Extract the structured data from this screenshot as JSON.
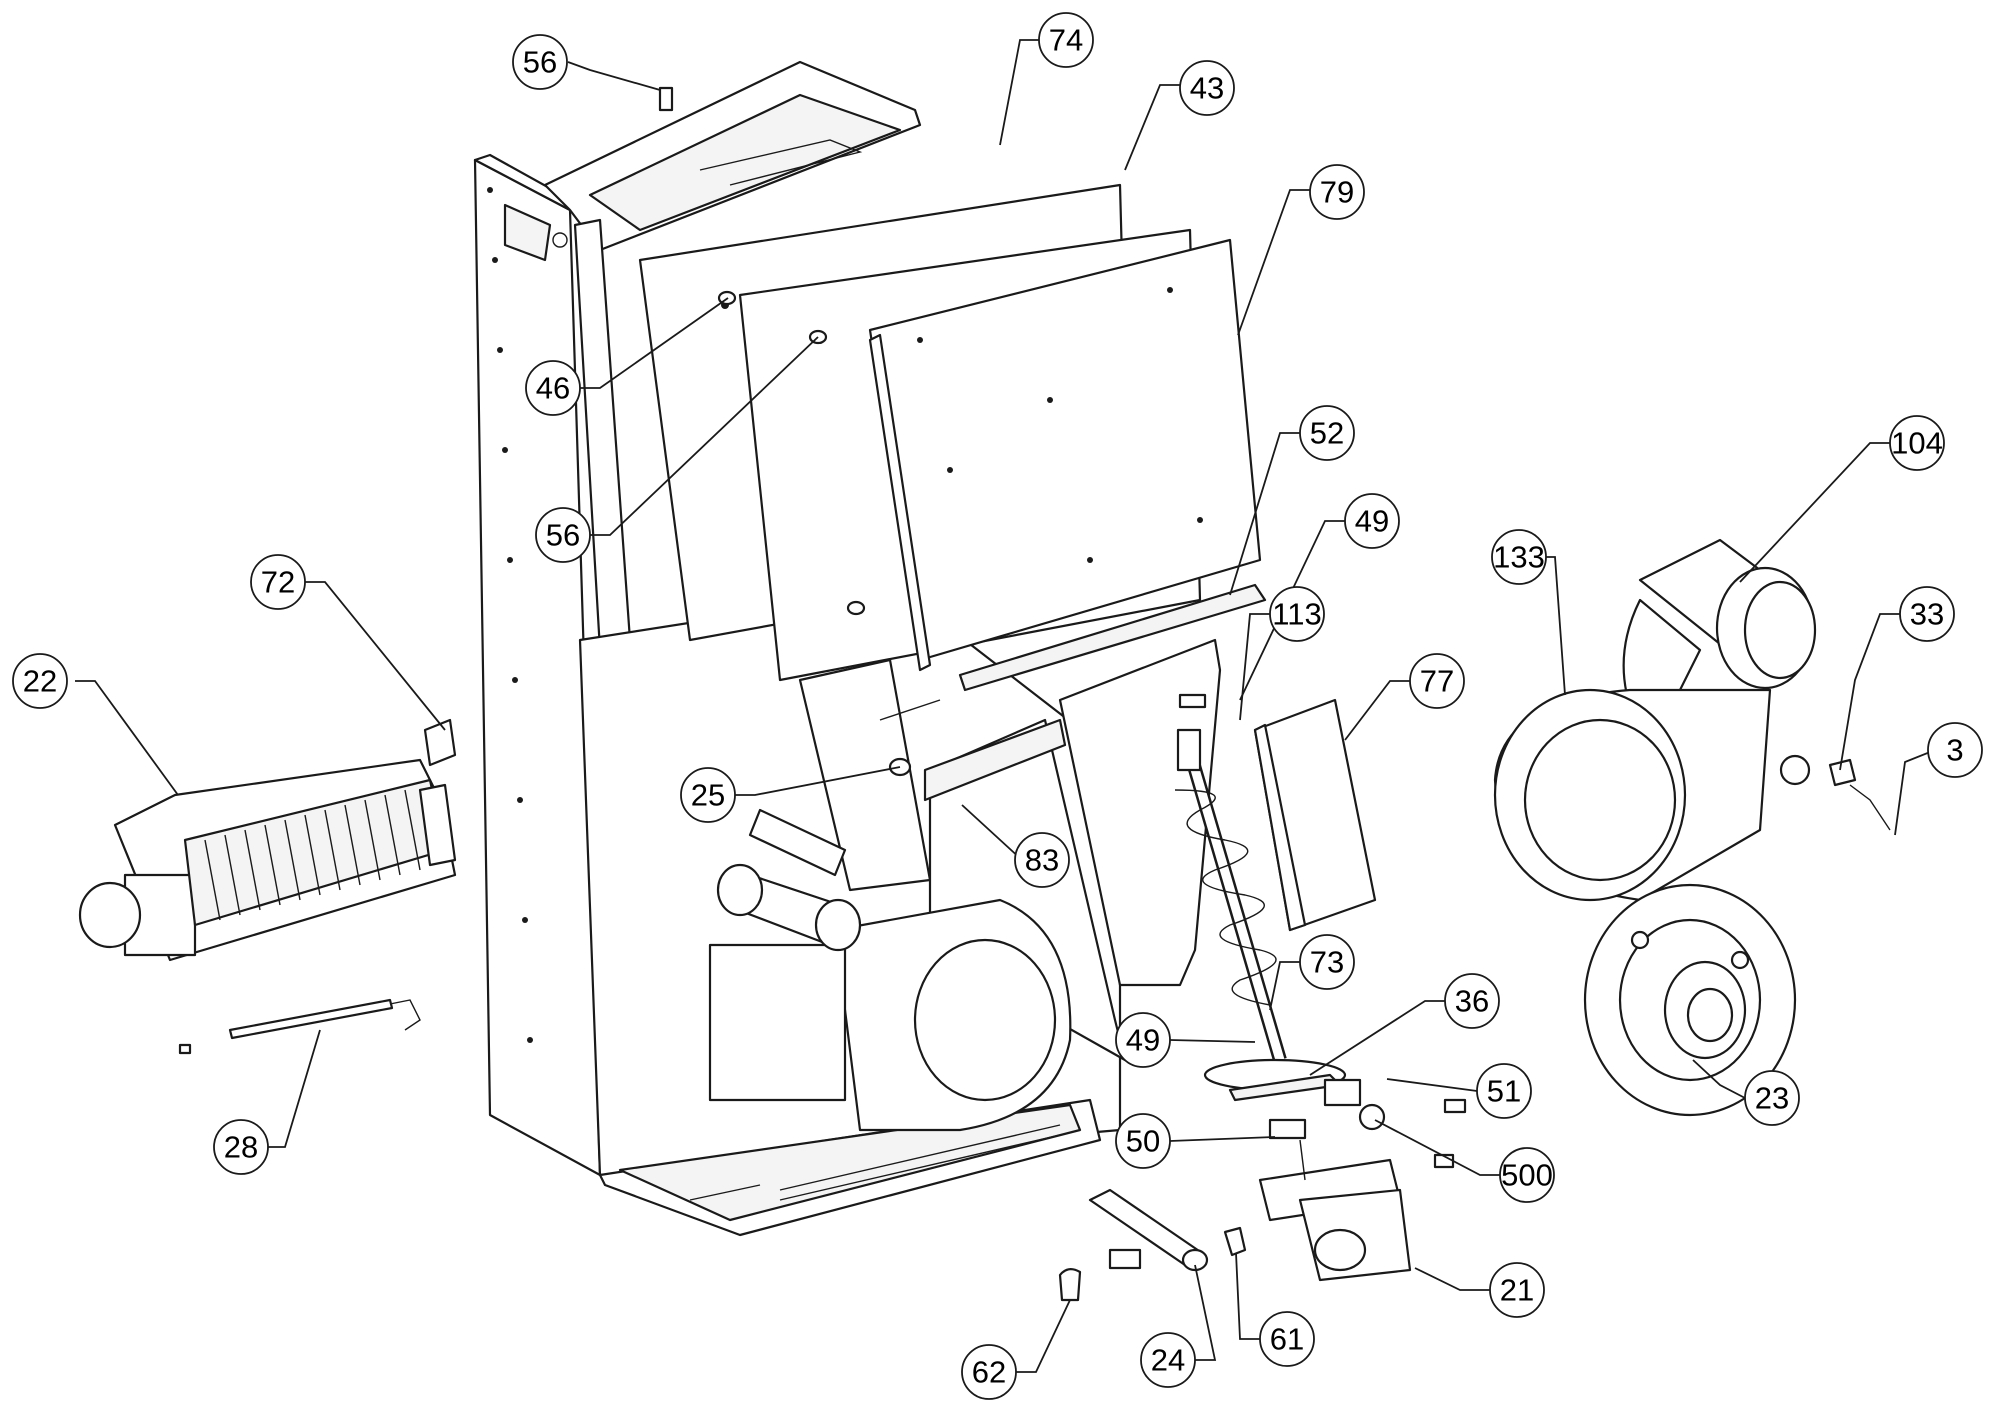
{
  "callouts": [
    {
      "id": "c56a",
      "label": "56"
    },
    {
      "id": "c74",
      "label": "74"
    },
    {
      "id": "c43",
      "label": "43"
    },
    {
      "id": "c79",
      "label": "79"
    },
    {
      "id": "c46",
      "label": "46"
    },
    {
      "id": "c56b",
      "label": "56"
    },
    {
      "id": "c52",
      "label": "52"
    },
    {
      "id": "c49a",
      "label": "49"
    },
    {
      "id": "c104",
      "label": "104"
    },
    {
      "id": "c133",
      "label": "133"
    },
    {
      "id": "c113",
      "label": "113"
    },
    {
      "id": "c33",
      "label": "33"
    },
    {
      "id": "c72",
      "label": "72"
    },
    {
      "id": "c22",
      "label": "22"
    },
    {
      "id": "c77",
      "label": "77"
    },
    {
      "id": "c3",
      "label": "3"
    },
    {
      "id": "c25",
      "label": "25"
    },
    {
      "id": "c83",
      "label": "83"
    },
    {
      "id": "c73",
      "label": "73"
    },
    {
      "id": "c36",
      "label": "36"
    },
    {
      "id": "c49b",
      "label": "49"
    },
    {
      "id": "c51",
      "label": "51"
    },
    {
      "id": "c23",
      "label": "23"
    },
    {
      "id": "c28",
      "label": "28"
    },
    {
      "id": "c50",
      "label": "50"
    },
    {
      "id": "c500",
      "label": "500"
    },
    {
      "id": "c21",
      "label": "21"
    },
    {
      "id": "c61",
      "label": "61"
    },
    {
      "id": "c62",
      "label": "62"
    },
    {
      "id": "c24",
      "label": "24"
    }
  ]
}
